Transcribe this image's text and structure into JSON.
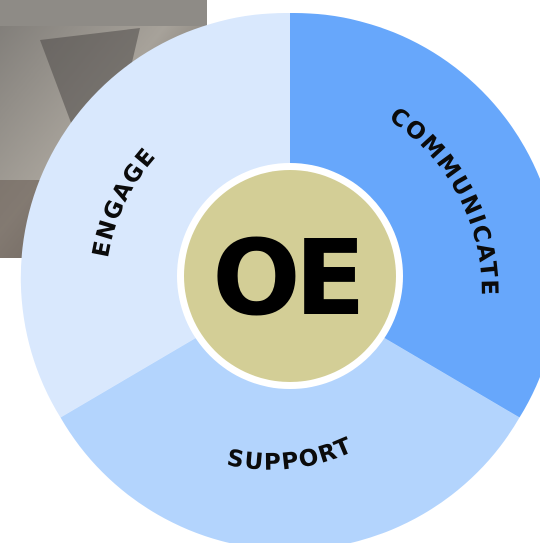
{
  "diagram": {
    "center": {
      "label": "OE",
      "fill": "#d3ce96"
    },
    "segments": [
      {
        "label": "COMMUNICATE",
        "fill": "#67a7fb"
      },
      {
        "label": "SUPPORT",
        "fill": "#b3d4fd"
      },
      {
        "label": "ENGAGE",
        "fill": "#d9e8fd"
      }
    ]
  }
}
